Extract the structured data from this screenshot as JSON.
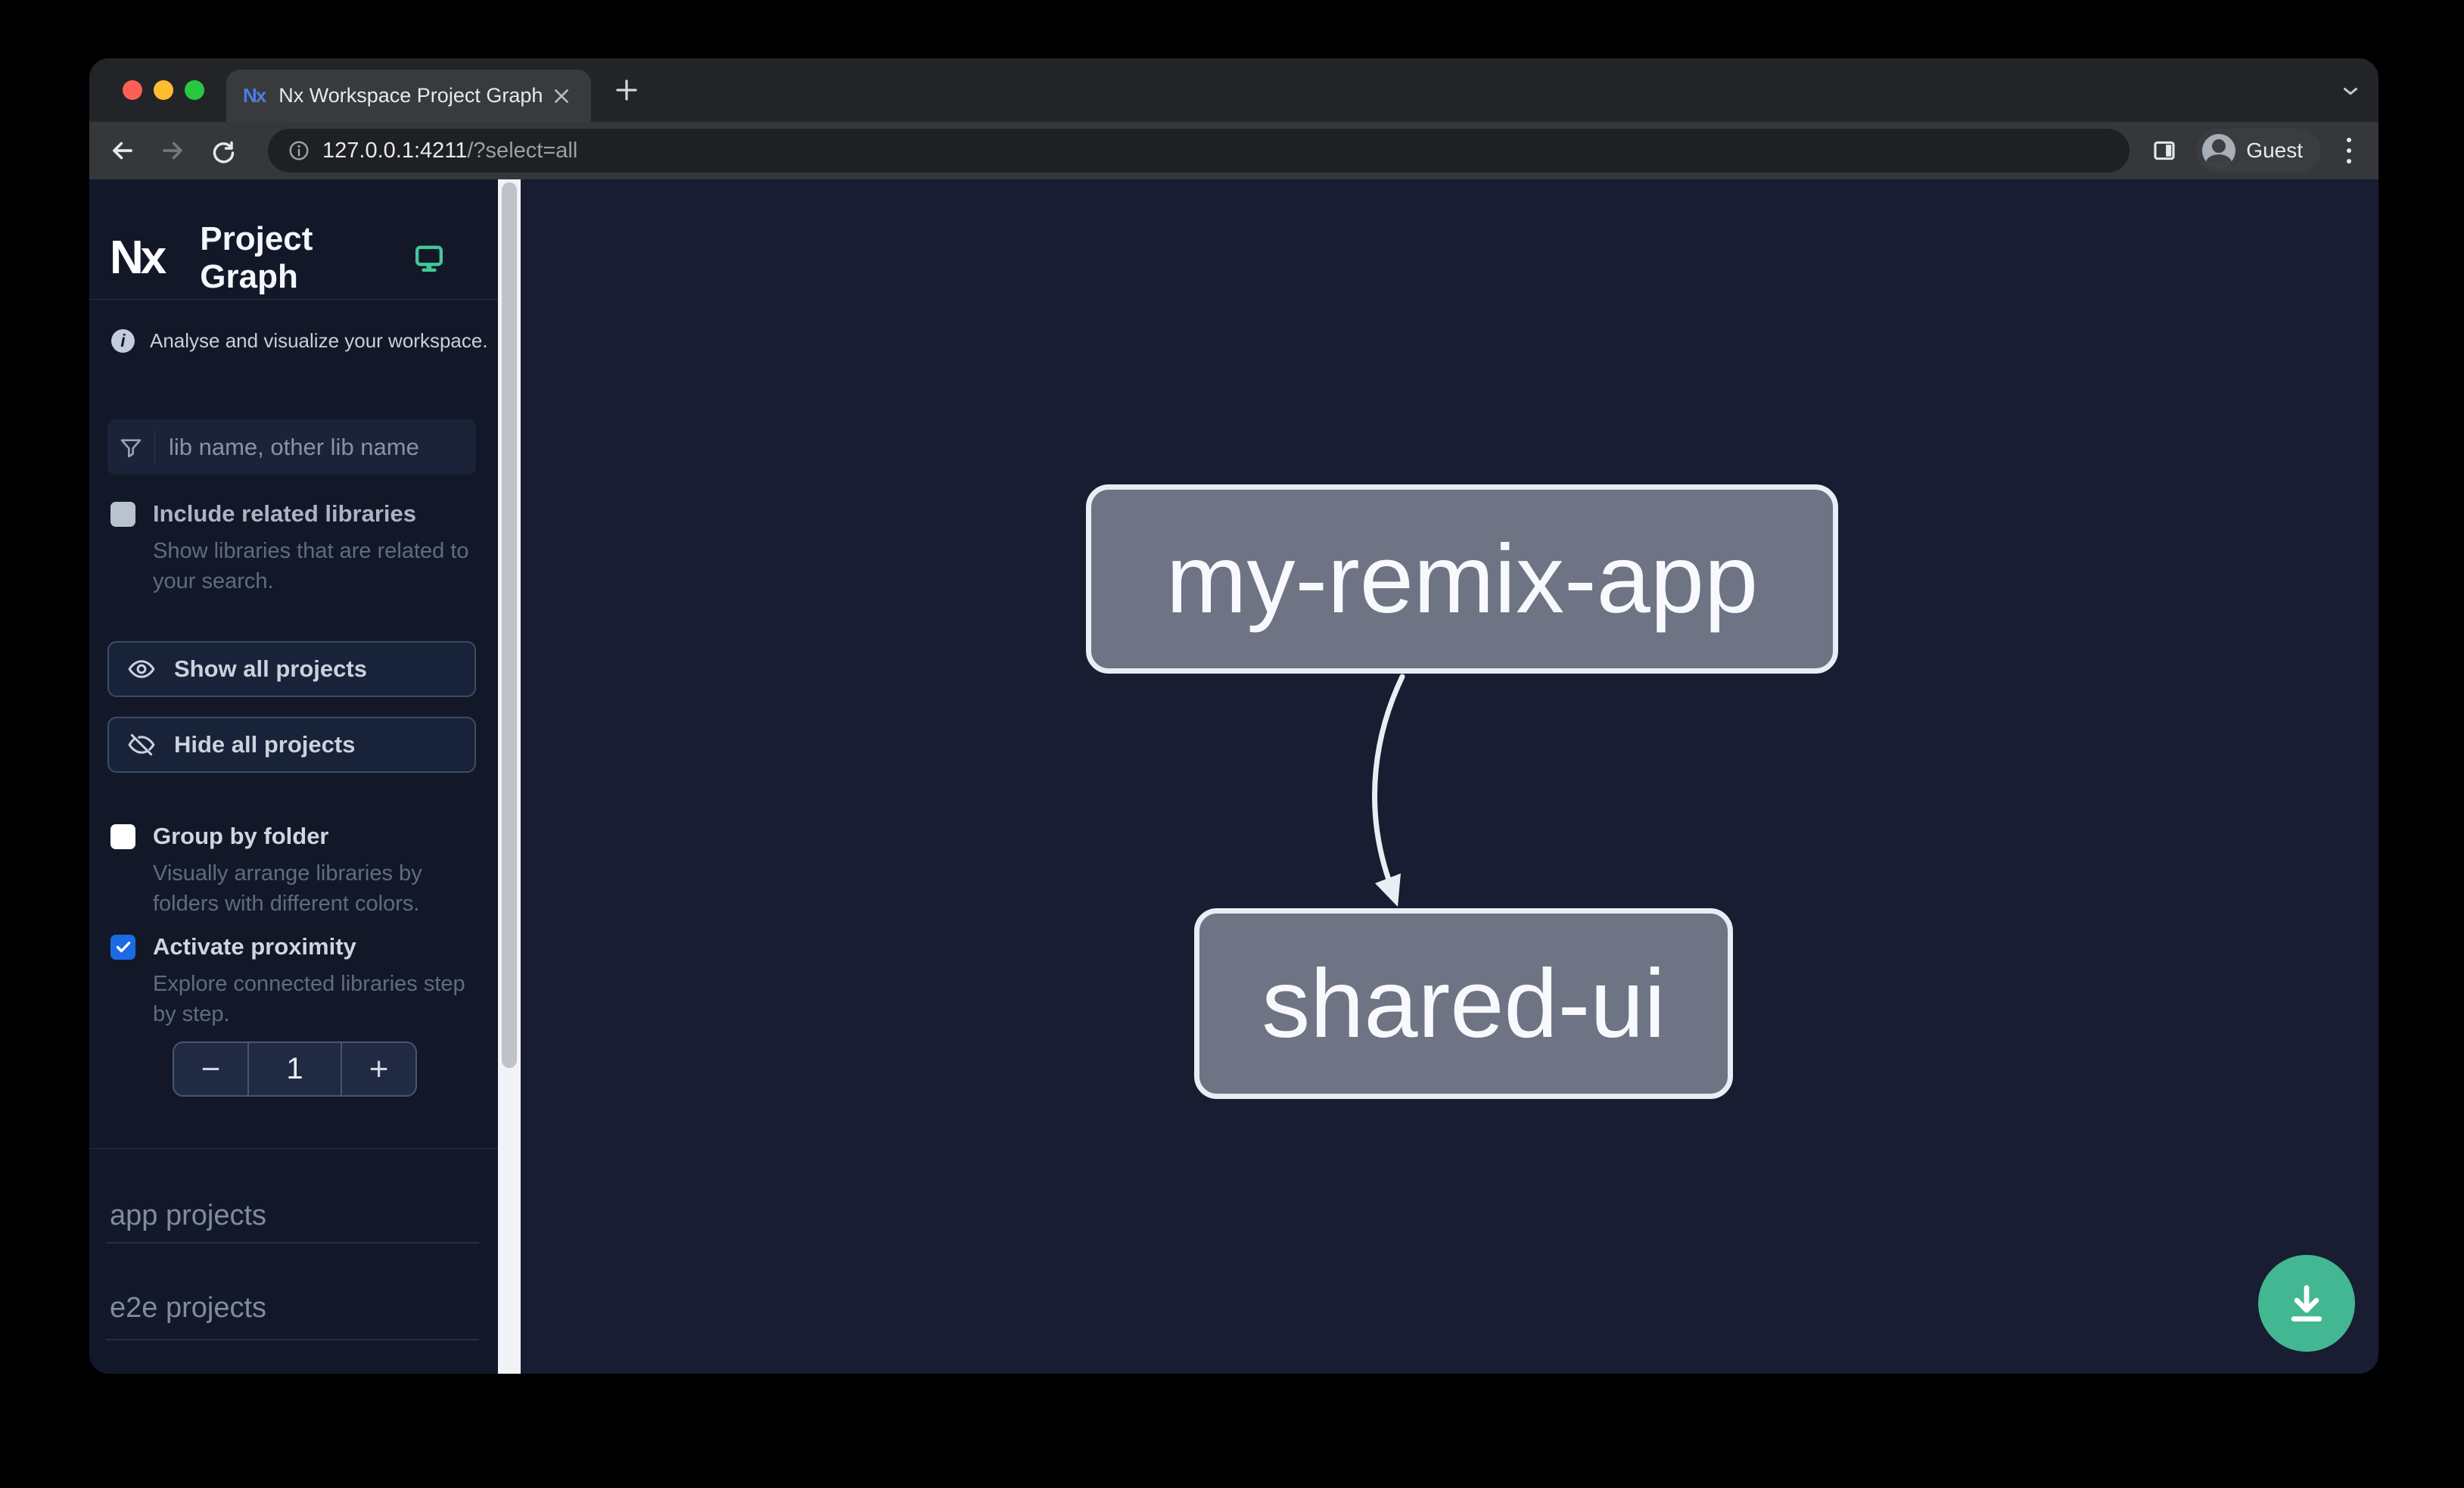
{
  "colors": {
    "traffic-red": "#ff5f57",
    "traffic-yellow": "#febc2e",
    "traffic-green": "#28c840",
    "checkbox-blue": "#1d6ae5",
    "accent-teal": "#43c79a",
    "fab-green": "#42b791",
    "node-fill": "#6e7484",
    "node-border": "#e9edf4"
  },
  "browser": {
    "tab_title": "Nx Workspace Project Graph",
    "url_host": "127.0.0.1:4211",
    "url_path": "/?select=all",
    "profile_label": "Guest"
  },
  "sidebar": {
    "logo_text": "Nx",
    "app_title": "Project Graph",
    "tagline": "Analyse and visualize your workspace.",
    "filter_placeholder": "lib name, other lib name",
    "options": [
      {
        "label": "Include related libraries",
        "description": "Show libraries that are related to your search.",
        "checked": false
      },
      {
        "label": "Group by folder",
        "description": "Visually arrange libraries by folders with different colors.",
        "checked": false
      },
      {
        "label": "Activate proximity",
        "description": "Explore connected libraries step by step.",
        "checked": true
      }
    ],
    "show_all_label": "Show all projects",
    "hide_all_label": "Hide all projects",
    "stepper": {
      "decrement": "−",
      "value": "1",
      "increment": "+"
    },
    "sections": [
      {
        "label": "app projects"
      },
      {
        "label": "e2e projects"
      }
    ]
  },
  "graph": {
    "nodes": [
      {
        "label": "my-remix-app"
      },
      {
        "label": "shared-ui"
      }
    ],
    "edges": [
      {
        "source": "my-remix-app",
        "target": "shared-ui"
      }
    ]
  }
}
